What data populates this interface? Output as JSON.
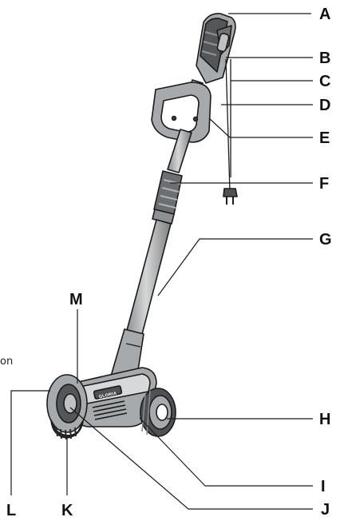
{
  "diagram": {
    "brand_text": "GLORIA",
    "partial_text": "on",
    "callouts": [
      {
        "id": "A",
        "text": "A"
      },
      {
        "id": "B",
        "text": "B"
      },
      {
        "id": "C",
        "text": "C"
      },
      {
        "id": "D",
        "text": "D"
      },
      {
        "id": "E",
        "text": "E"
      },
      {
        "id": "F",
        "text": "F"
      },
      {
        "id": "G",
        "text": "G"
      },
      {
        "id": "H",
        "text": "H"
      },
      {
        "id": "I",
        "text": "I"
      },
      {
        "id": "J",
        "text": "J"
      },
      {
        "id": "K",
        "text": "K"
      },
      {
        "id": "L",
        "text": "L"
      },
      {
        "id": "M",
        "text": "M"
      }
    ]
  },
  "colors": {
    "tool_gray": "#a7aaac",
    "tool_dark": "#4f5254",
    "tool_light": "#d6d8d9",
    "outline": "#1a1a1a",
    "brush": "#2a2a2a"
  }
}
